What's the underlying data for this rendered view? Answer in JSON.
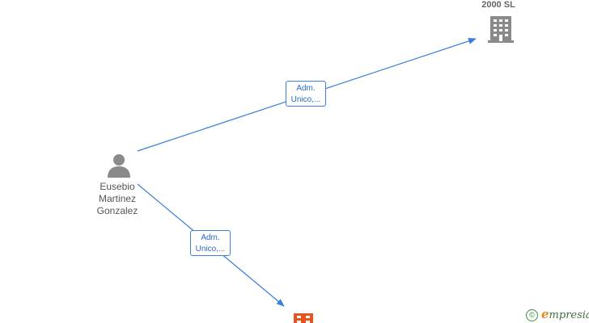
{
  "nodes": {
    "company_top": {
      "label": "2000 SL",
      "icon": "building-icon",
      "color": "#888888"
    },
    "person": {
      "label_lines": [
        "Eusebio",
        "Martinez",
        "Gonzalez"
      ],
      "icon": "person-icon",
      "color": "#888888"
    },
    "company_bottom": {
      "label": "",
      "icon": "building-icon",
      "color": "#e8541e"
    }
  },
  "edges": [
    {
      "from": "person",
      "to": "company_top",
      "label_lines": [
        "Adm.",
        "Unico,..."
      ],
      "color": "#3b7fd9"
    },
    {
      "from": "person",
      "to": "company_bottom",
      "label_lines": [
        "Adm.",
        "Unico,..."
      ],
      "color": "#3b7fd9"
    }
  ],
  "watermark": {
    "symbol": "©",
    "brand_initial": "e",
    "brand_rest": "mpresia",
    "icon": "copyright-icon"
  }
}
